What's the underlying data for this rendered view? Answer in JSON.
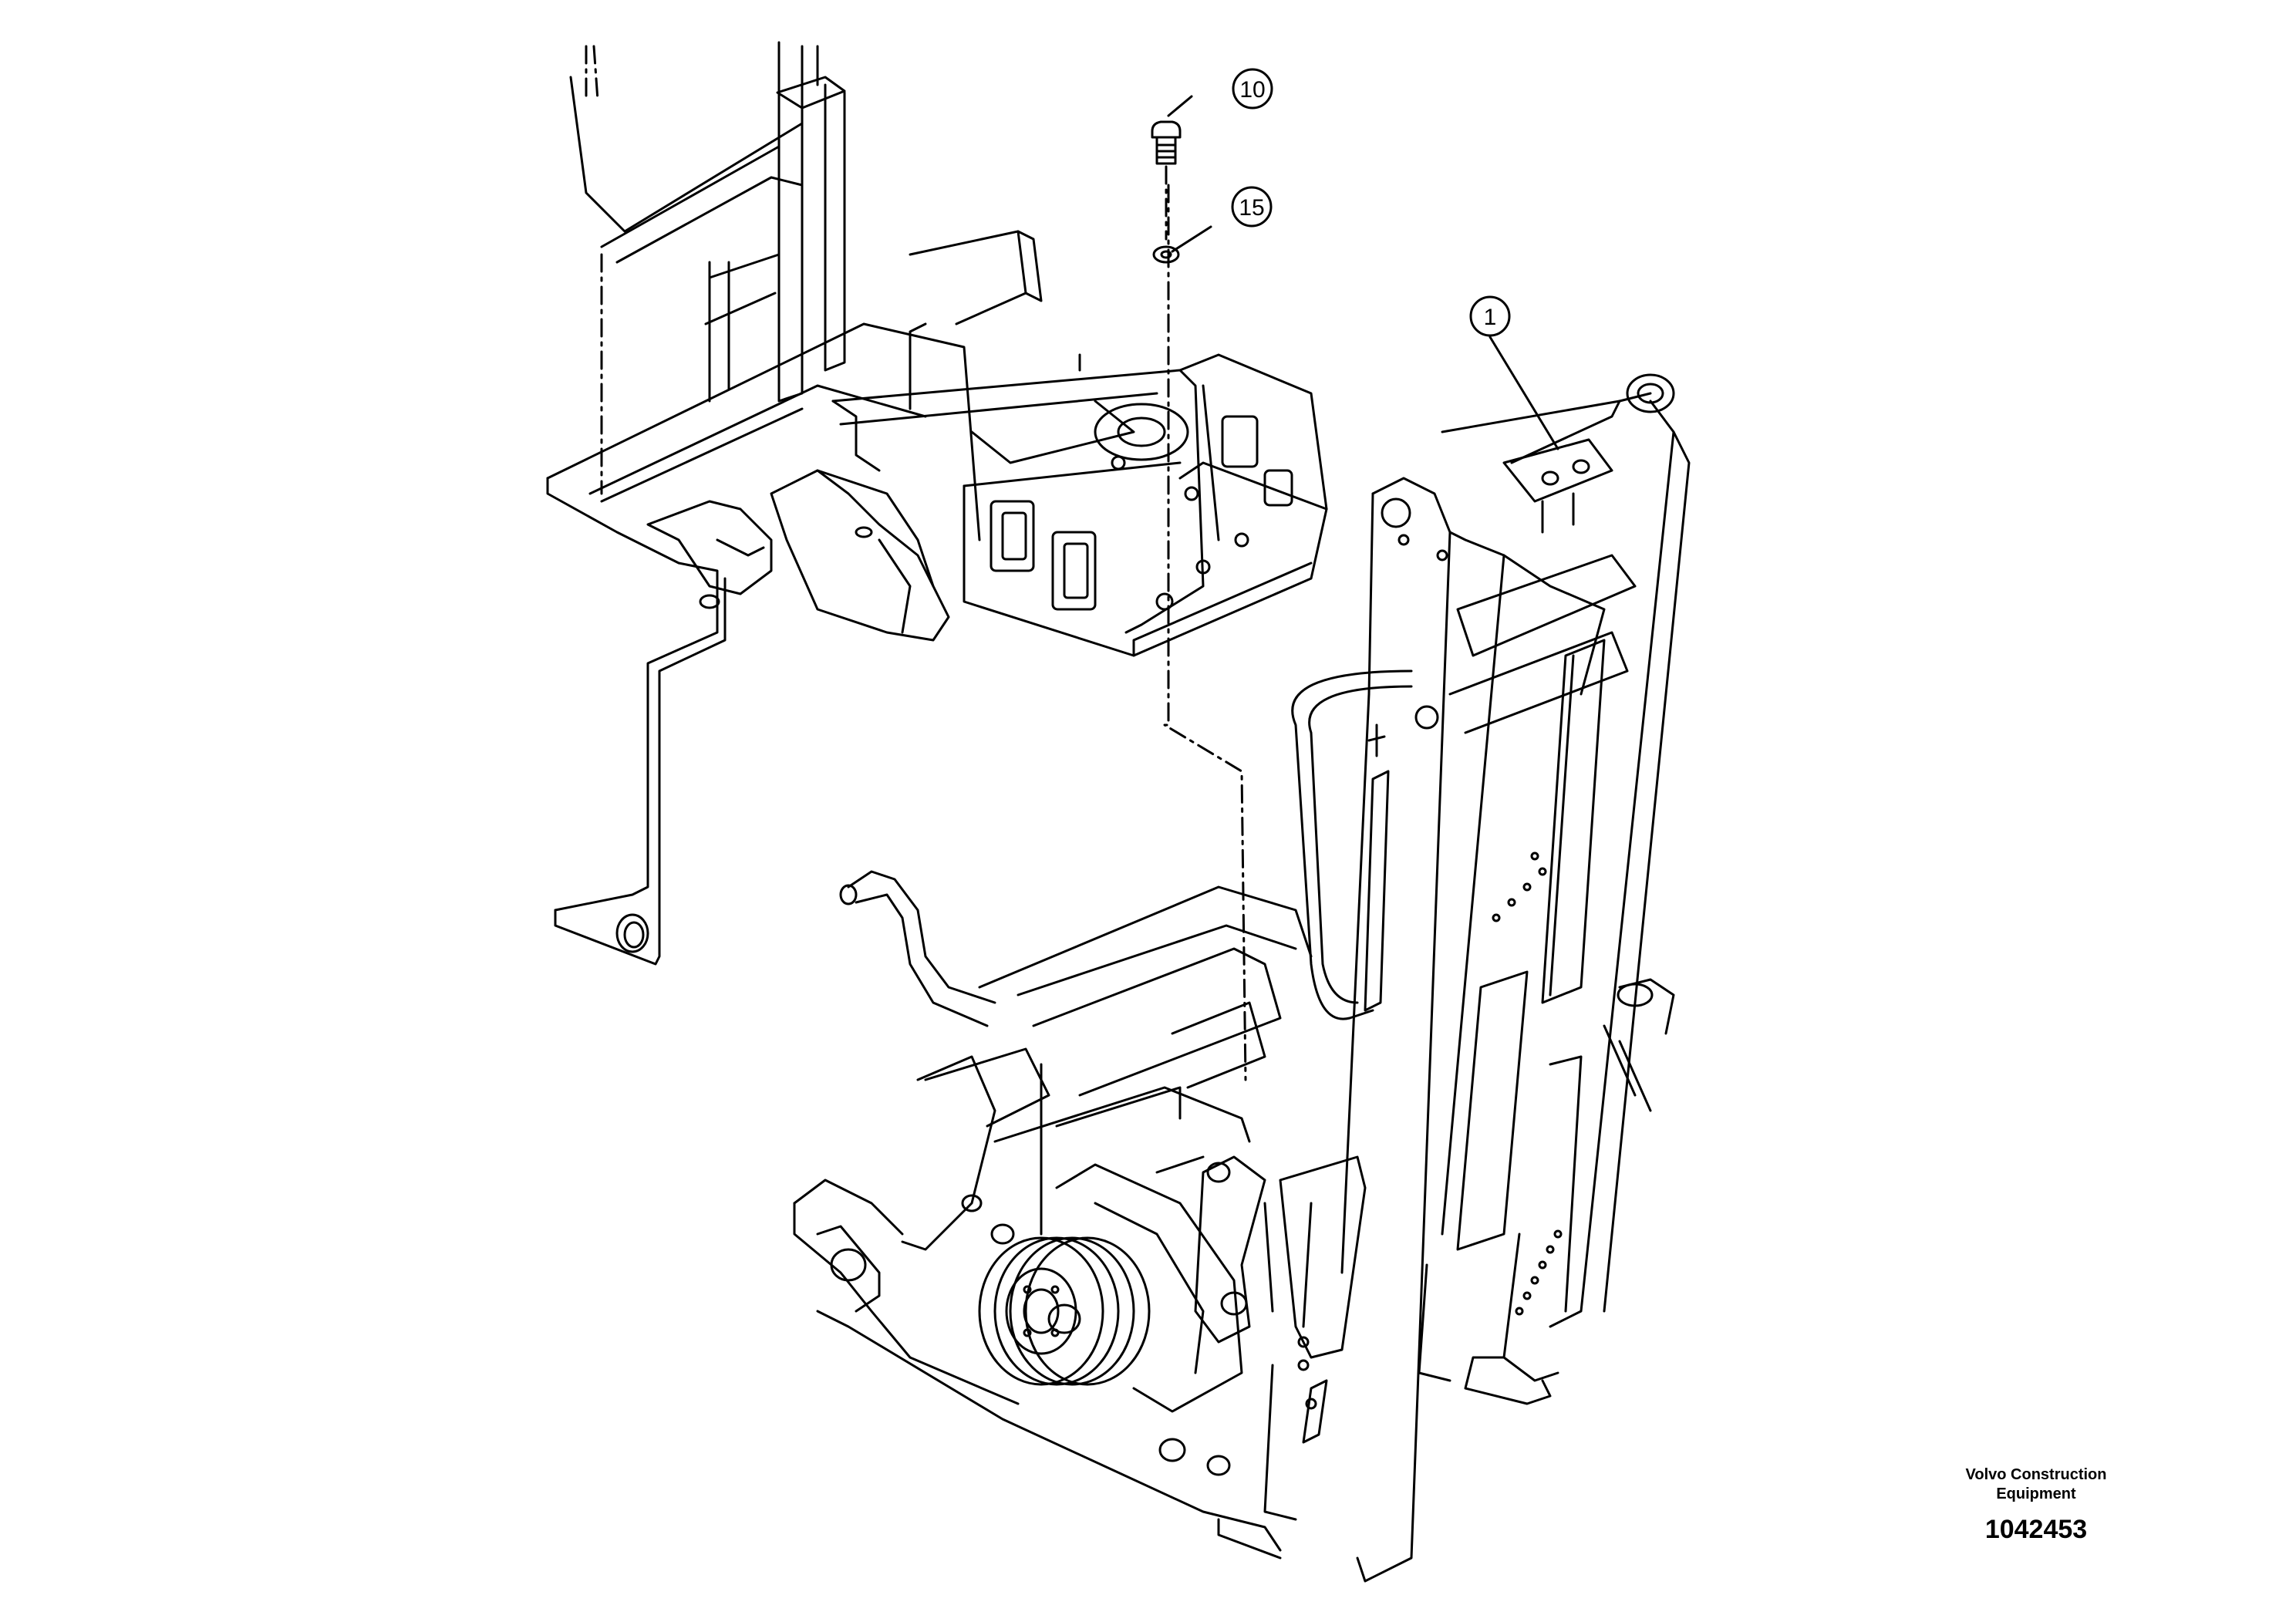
{
  "callouts": {
    "part_10": "10",
    "part_15": "15",
    "part_1": "1"
  },
  "caption": {
    "company_line1": "Volvo Construction",
    "company_line2": "Equipment",
    "drawing_number": "1042453"
  }
}
